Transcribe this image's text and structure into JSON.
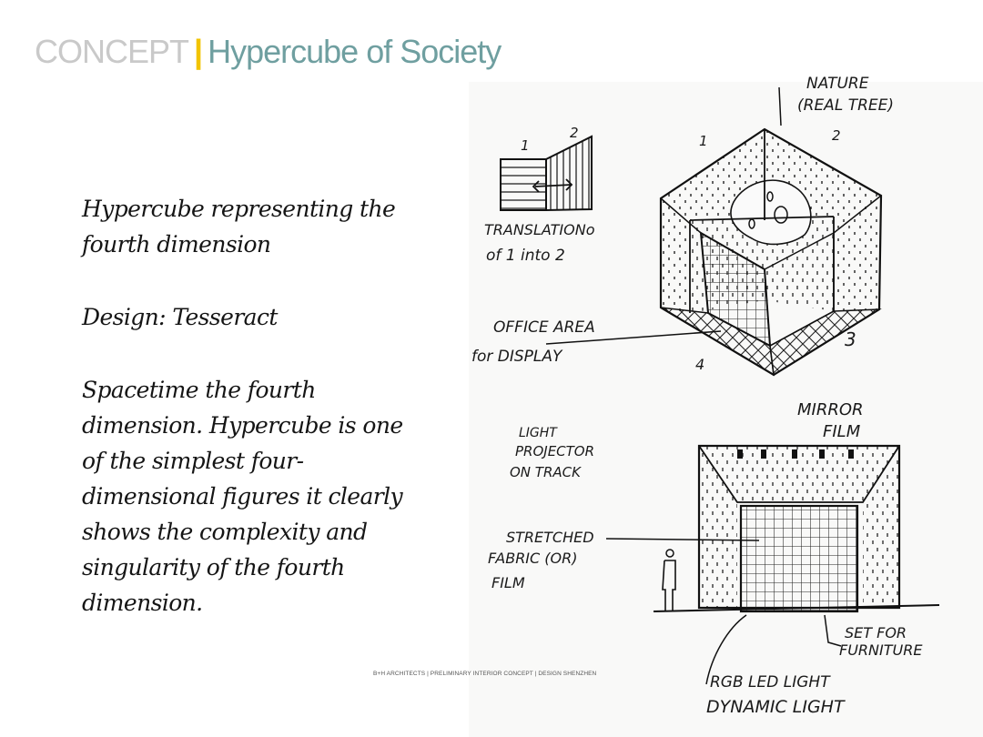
{
  "header": {
    "concept": "CONCEPT",
    "separator": "|",
    "title": "Hypercube of Society"
  },
  "body": {
    "para1": "Hypercube representing the fourth dimension",
    "para2": "Design: Tesseract",
    "para3": "Spacetime the fourth dimension. Hypercube is one of the simplest four-dimensional figures it clearly shows the complexity and singularity of the fourth dimension."
  },
  "footer": {
    "text": "B+H ARCHITECTS | PRELIMINARY INTERIOR CONCEPT | DESIGN SHENZHEN"
  },
  "sketch": {
    "small_1": "1",
    "small_2": "2",
    "translation_line1": "TRANSLATIONo",
    "translation_line2": "of 1 into 2",
    "nature_line1": "NATURE",
    "nature_line2": "(REAL TREE)",
    "cube_1": "1",
    "cube_2": "2",
    "cube_3": "3",
    "cube_4": "4",
    "office_line1": "OFFICE AREA",
    "office_line2": "for DISPLAY",
    "mirror_line1": "MIRROR",
    "mirror_line2": "FILM",
    "projector_line1": "LIGHT",
    "projector_line2": "PROJECTOR",
    "projector_line3": "ON TRACK",
    "fabric_line1": "STRETCHED",
    "fabric_line2": "FABRIC (OR)",
    "fabric_line3": "FILM",
    "furniture_line1": "SET FOR",
    "furniture_line2": "FURNITURE",
    "rgb_line1": "RGB LED LIGHT",
    "rgb_line2": "DYNAMIC LIGHT"
  }
}
